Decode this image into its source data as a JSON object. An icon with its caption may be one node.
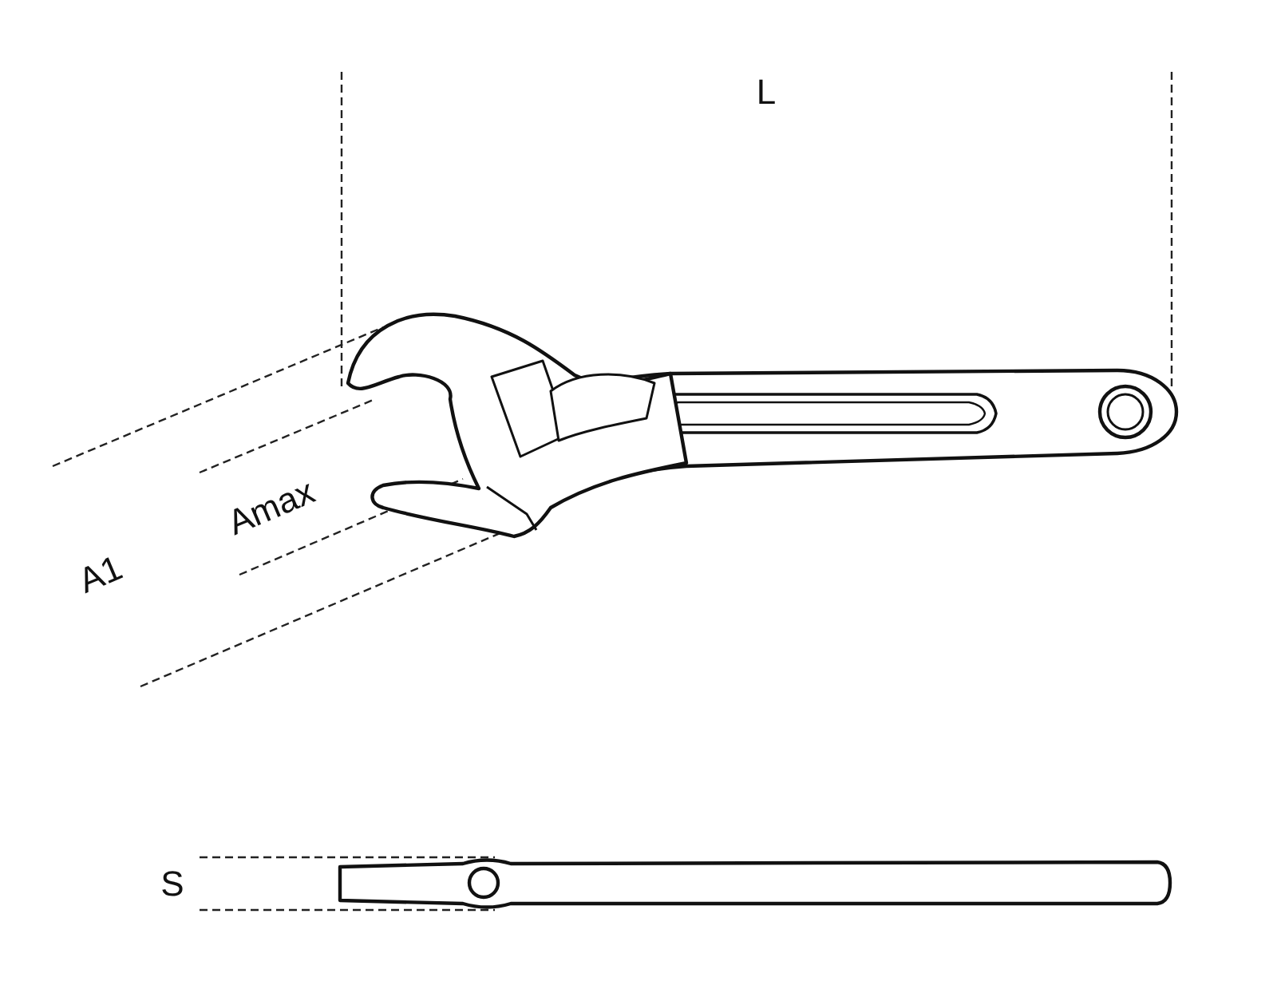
{
  "diagram": {
    "labels": [
      "L",
      "Amax",
      "A1",
      "S"
    ]
  }
}
